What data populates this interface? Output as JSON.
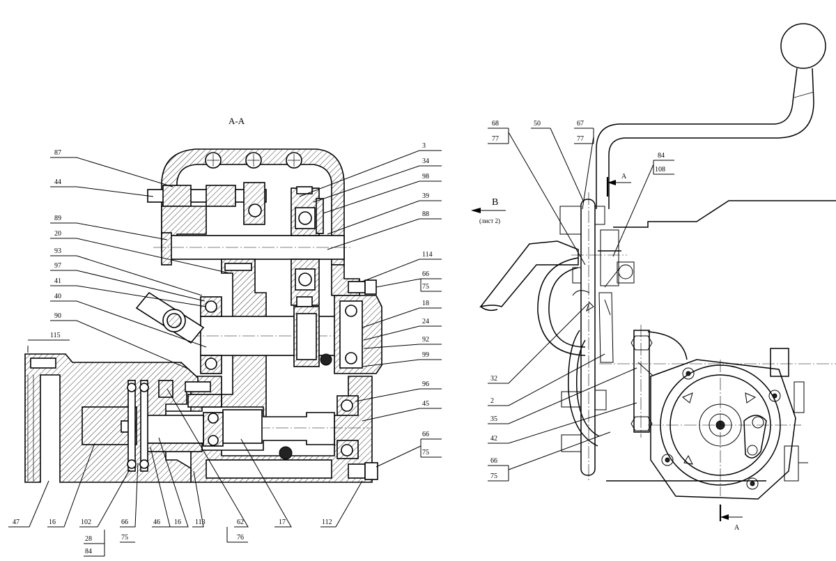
{
  "drawing": {
    "section_label": "А-А",
    "view_label": "В",
    "view_sheet_ref": "(лист 2)",
    "section_marks": [
      "А",
      "А"
    ]
  },
  "left_labels": {
    "l87": "87",
    "l44": "44",
    "l89": "89",
    "l20": "20",
    "l93": "93",
    "l97": "97",
    "l41": "41",
    "l40": "40",
    "l90": "90",
    "l115": "115",
    "r3": "3",
    "r34": "34",
    "r98": "98",
    "r39": "39",
    "r88": "88",
    "r114": "114",
    "r66a": "66",
    "r75a": "75",
    "r18": "18",
    "r24": "24",
    "r92": "92",
    "r99": "99",
    "r96": "96",
    "r45": "45",
    "r66b": "66",
    "r75b": "75",
    "b47": "47",
    "b16a": "16",
    "b102": "102",
    "b28": "28",
    "b84": "84",
    "b66": "66",
    "b75": "75",
    "b46": "46",
    "b16b": "16",
    "b113": "113",
    "b62": "62",
    "b76": "76",
    "b17": "17",
    "b112": "112"
  },
  "right_labels": {
    "t68": "68",
    "t77a": "77",
    "t50": "50",
    "t67": "67",
    "t77b": "77",
    "t84": "84",
    "t108": "108",
    "l32": "32",
    "l2": "2",
    "l35": "35",
    "l42": "42",
    "l66": "66",
    "l75": "75"
  }
}
